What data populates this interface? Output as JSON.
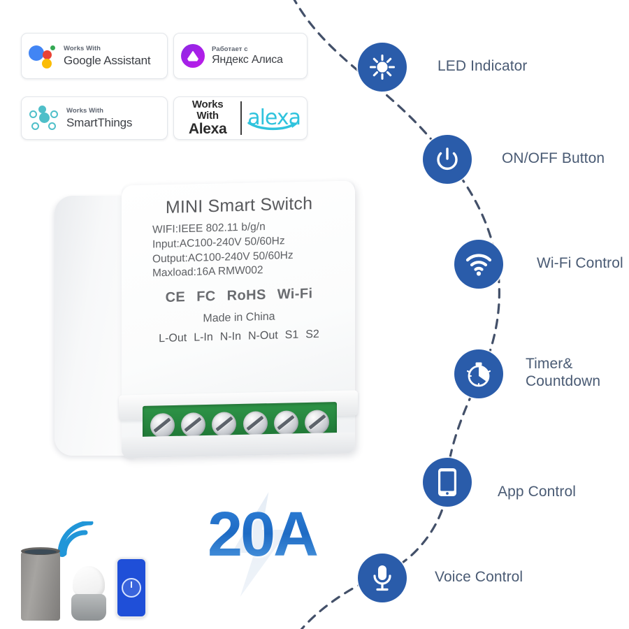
{
  "badges": [
    {
      "id": "google-assistant",
      "small": "Works With",
      "big": "Google Assistant",
      "logo": "google-assistant-dots-icon"
    },
    {
      "id": "yandex-alisa",
      "small": "Работает с",
      "big": "Яндекс Алиса",
      "logo": "yandex-alisa-icon"
    },
    {
      "id": "smartthings",
      "small": "Works With",
      "big": "SmartThings",
      "logo": "smartthings-nodes-icon"
    },
    {
      "id": "alexa",
      "line1": "Works With",
      "line2": "Alexa",
      "wordmark": "alexa",
      "logo": "amazon-alexa-icon"
    }
  ],
  "features": [
    {
      "id": "led-indicator",
      "label": "LED Indicator",
      "icon": "brightness-sun-icon"
    },
    {
      "id": "on-off-button",
      "label": "ON/OFF Button",
      "icon": "power-icon"
    },
    {
      "id": "wifi-control",
      "label": "Wi-Fi Control",
      "icon": "wifi-icon"
    },
    {
      "id": "timer-countdown",
      "label": "Timer&\nCountdown",
      "icon": "stopwatch-icon"
    },
    {
      "id": "app-control",
      "label": "App Control",
      "icon": "smartphone-icon"
    },
    {
      "id": "voice-control",
      "label": "Voice Control",
      "icon": "microphone-icon"
    }
  ],
  "device": {
    "title": "MINI Smart Switch",
    "specs": [
      "WIFI:IEEE 802.11 b/g/n",
      "Input:AC100-240V 50/60Hz",
      "Output:AC100-240V 50/60Hz",
      "Maxload:16A    RMW002"
    ],
    "certs": [
      "CE",
      "FC",
      "RoHS",
      "Wi-Fi"
    ],
    "origin": "Made in China",
    "terminals": [
      "L-Out",
      "L-In",
      "N-In",
      "N-Out",
      "S1",
      "S2"
    ],
    "screw_count": 6
  },
  "amperage": {
    "value": "20A"
  },
  "device_group": {
    "items": [
      "amazon-echo",
      "google-home",
      "smartphone-app"
    ],
    "wifi_icon": "wifi-signal-icon"
  },
  "colors": {
    "feature_icon": "#2A5CAA",
    "feature_label": "#4A5B74",
    "dashed_line": "#33415C",
    "terminal_green": "#25833D",
    "amp_blue": "#1E6BC4",
    "alexa_teal": "#2FC3DD",
    "smartthings_teal": "#4FBFC9",
    "yandex_purple": "#A321E8"
  }
}
